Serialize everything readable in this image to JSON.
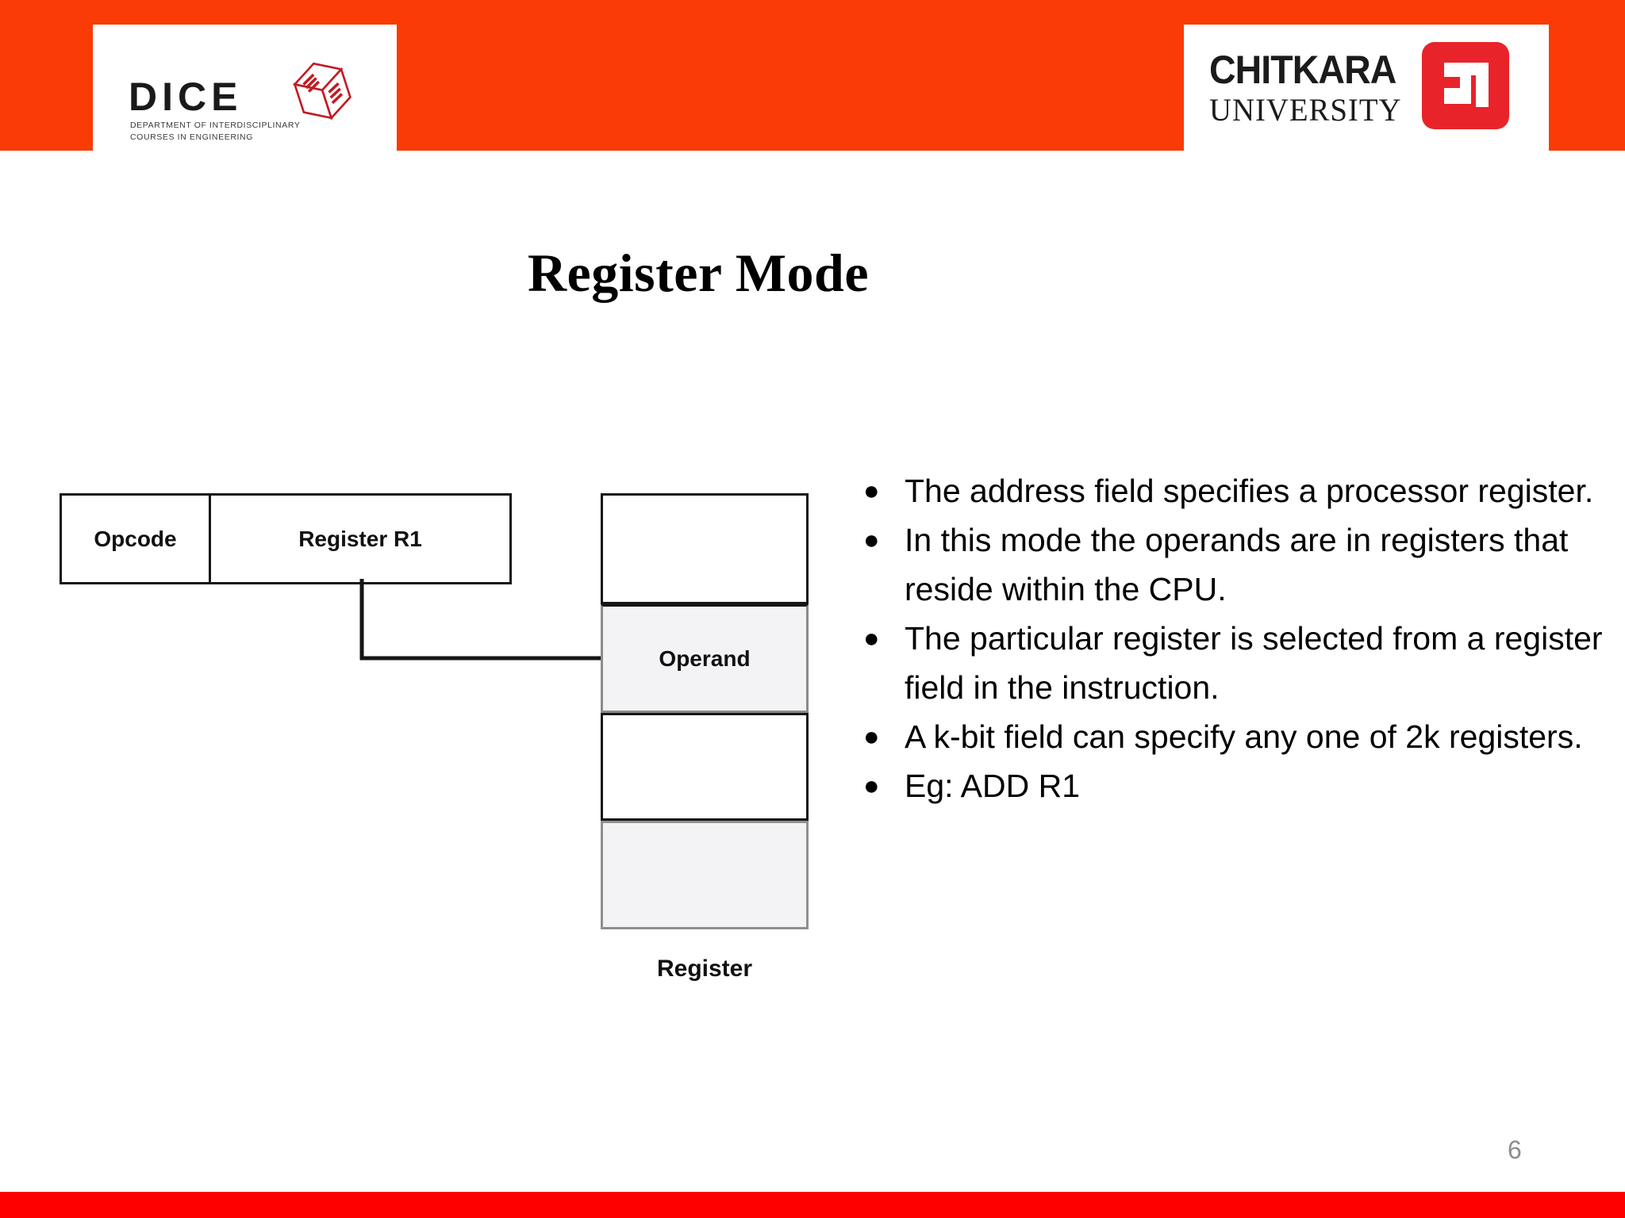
{
  "theme": {
    "banner_color": "#FA3B06",
    "footer_color": "#FF0000",
    "chitkara_mark_color": "#E8242A",
    "operand_fill": "#F3F3F6",
    "page_number_color": "#8D8D8D"
  },
  "header": {
    "dice_logo": {
      "wordmark": "DICE",
      "tagline": "DEPARTMENT OF INTERDISCIPLINARY\nCOURSES IN ENGINEERING",
      "icon": "dice-cube-icon"
    },
    "chitkara_logo": {
      "name": "CHITKARA",
      "subtitle": "UNIVERSITY",
      "icon": "chitkara-arrow-mark-icon"
    }
  },
  "title": "Register Mode",
  "diagram": {
    "instruction": {
      "opcode_label": "Opcode",
      "register_label": "Register R1"
    },
    "arrow": "connector-arrow-icon",
    "register_file": {
      "caption": "Register",
      "cells": [
        {
          "label": "",
          "highlighted": false
        },
        {
          "label": "Operand",
          "highlighted": true
        },
        {
          "label": "",
          "highlighted": false
        },
        {
          "label": "",
          "highlighted": true
        }
      ]
    }
  },
  "bullets": [
    {
      "marker": "●",
      "text": "The address field specifies a processor register."
    },
    {
      "marker": "●",
      "text": "In this mode the operands are in registers that reside within the CPU."
    },
    {
      "marker": "●",
      "text": "The particular register is selected from a register field in the instruction."
    },
    {
      "marker": "●",
      "text": "A k-bit field can specify any one of 2k registers."
    },
    {
      "marker": "●",
      "text": "Eg: ADD R1"
    }
  ],
  "footer": {
    "page_number": "6"
  }
}
